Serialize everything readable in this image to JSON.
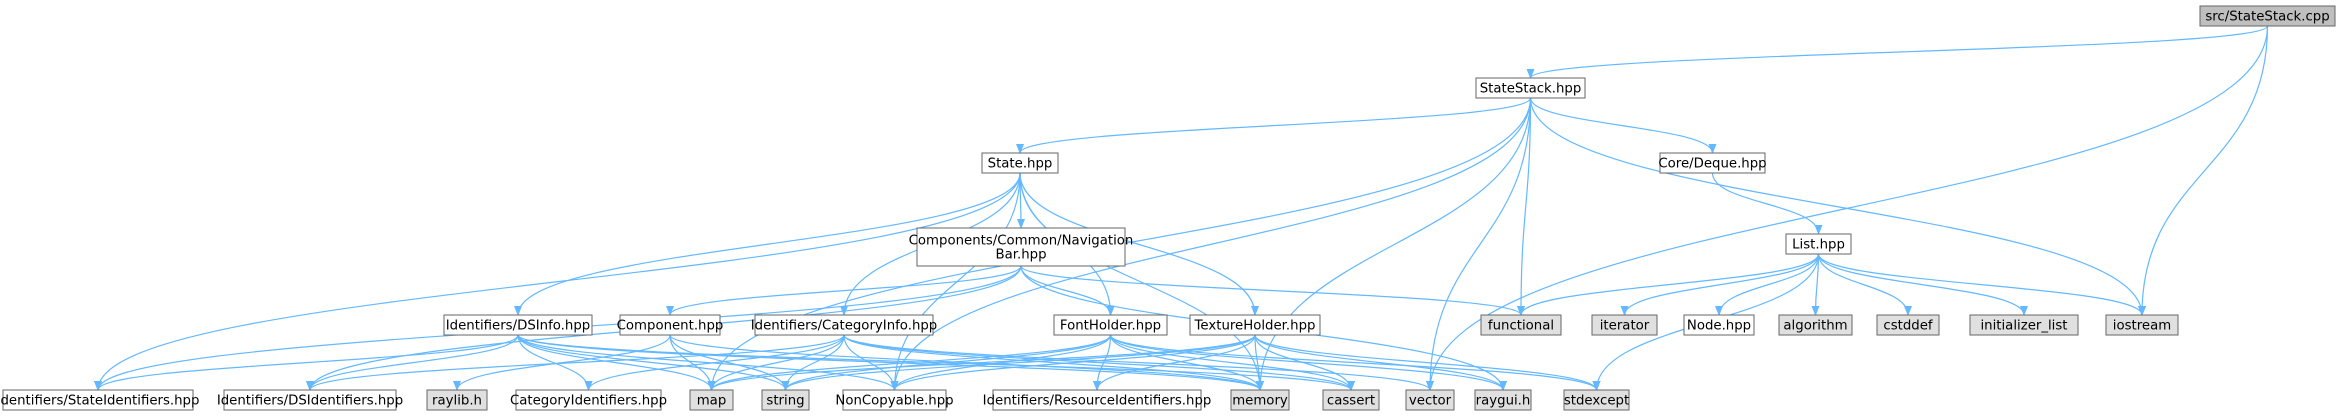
{
  "graph": {
    "type": "include-dependency-graph",
    "colors": {
      "edge": "#63b8ff",
      "node_border": "#666666",
      "root_fill": "#bfbfbf",
      "header_fill": "#ffffff",
      "system_fill": "#e0e0e0"
    },
    "nodes": [
      {
        "id": "root",
        "label": [
          "src/StateStack.cpp"
        ],
        "kind": "root"
      },
      {
        "id": "statestack",
        "label": [
          "StateStack.hpp"
        ],
        "kind": "header"
      },
      {
        "id": "state",
        "label": [
          "State.hpp"
        ],
        "kind": "header"
      },
      {
        "id": "deque",
        "label": [
          "Core/Deque.hpp"
        ],
        "kind": "header"
      },
      {
        "id": "navbar",
        "label": [
          "Components/Common/Navigation",
          "Bar.hpp"
        ],
        "kind": "header"
      },
      {
        "id": "list",
        "label": [
          "List.hpp"
        ],
        "kind": "header"
      },
      {
        "id": "dsinfo",
        "label": [
          "Identifiers/DSInfo.hpp"
        ],
        "kind": "header"
      },
      {
        "id": "component",
        "label": [
          "Component.hpp"
        ],
        "kind": "header"
      },
      {
        "id": "catinfo",
        "label": [
          "Identifiers/CategoryInfo.hpp"
        ],
        "kind": "header"
      },
      {
        "id": "fontholder",
        "label": [
          "FontHolder.hpp"
        ],
        "kind": "header"
      },
      {
        "id": "textureholder",
        "label": [
          "TextureHolder.hpp"
        ],
        "kind": "header"
      },
      {
        "id": "functional",
        "label": [
          "functional"
        ],
        "kind": "system"
      },
      {
        "id": "iterator",
        "label": [
          "iterator"
        ],
        "kind": "system"
      },
      {
        "id": "node",
        "label": [
          "Node.hpp"
        ],
        "kind": "header"
      },
      {
        "id": "algorithm",
        "label": [
          "algorithm"
        ],
        "kind": "system"
      },
      {
        "id": "cstddef",
        "label": [
          "cstddef"
        ],
        "kind": "system"
      },
      {
        "id": "initlist",
        "label": [
          "initializer_list"
        ],
        "kind": "system"
      },
      {
        "id": "iostream",
        "label": [
          "iostream"
        ],
        "kind": "system"
      },
      {
        "id": "stateids",
        "label": [
          "Identifiers/StateIdentifiers.hpp"
        ],
        "kind": "header"
      },
      {
        "id": "dsids",
        "label": [
          "Identifiers/DSIdentifiers.hpp"
        ],
        "kind": "header"
      },
      {
        "id": "raylib",
        "label": [
          "raylib.h"
        ],
        "kind": "system"
      },
      {
        "id": "catids",
        "label": [
          "CategoryIdentifiers.hpp"
        ],
        "kind": "header"
      },
      {
        "id": "map",
        "label": [
          "map"
        ],
        "kind": "system"
      },
      {
        "id": "string",
        "label": [
          "string"
        ],
        "kind": "system"
      },
      {
        "id": "noncopyable",
        "label": [
          "NonCopyable.hpp"
        ],
        "kind": "header"
      },
      {
        "id": "resids",
        "label": [
          "Identifiers/ResourceIdentifiers.hpp"
        ],
        "kind": "header"
      },
      {
        "id": "memory",
        "label": [
          "memory"
        ],
        "kind": "system"
      },
      {
        "id": "cassert",
        "label": [
          "cassert"
        ],
        "kind": "system"
      },
      {
        "id": "vector",
        "label": [
          "vector"
        ],
        "kind": "system"
      },
      {
        "id": "raygui",
        "label": [
          "raygui.h"
        ],
        "kind": "system"
      },
      {
        "id": "stdexcept",
        "label": [
          "stdexcept"
        ],
        "kind": "system"
      }
    ],
    "edges": [
      [
        "root",
        "statestack"
      ],
      [
        "root",
        "iostream"
      ],
      [
        "root",
        "vector"
      ],
      [
        "statestack",
        "state"
      ],
      [
        "statestack",
        "deque"
      ],
      [
        "statestack",
        "functional"
      ],
      [
        "statestack",
        "iostream"
      ],
      [
        "statestack",
        "memory"
      ],
      [
        "statestack",
        "noncopyable"
      ],
      [
        "statestack",
        "map"
      ],
      [
        "statestack",
        "vector"
      ],
      [
        "state",
        "navbar"
      ],
      [
        "state",
        "dsinfo"
      ],
      [
        "state",
        "catinfo"
      ],
      [
        "state",
        "fontholder"
      ],
      [
        "state",
        "textureholder"
      ],
      [
        "state",
        "stateids"
      ],
      [
        "state",
        "noncopyable"
      ],
      [
        "state",
        "memory"
      ],
      [
        "navbar",
        "component"
      ],
      [
        "navbar",
        "fontholder"
      ],
      [
        "navbar",
        "functional"
      ],
      [
        "navbar",
        "stateids"
      ],
      [
        "navbar",
        "dsids"
      ],
      [
        "navbar",
        "raygui"
      ],
      [
        "deque",
        "list"
      ],
      [
        "list",
        "functional"
      ],
      [
        "list",
        "iterator"
      ],
      [
        "list",
        "node"
      ],
      [
        "list",
        "algorithm"
      ],
      [
        "list",
        "cstddef"
      ],
      [
        "list",
        "initlist"
      ],
      [
        "list",
        "iostream"
      ],
      [
        "list",
        "stdexcept"
      ],
      [
        "dsinfo",
        "stateids"
      ],
      [
        "dsinfo",
        "dsids"
      ],
      [
        "dsinfo",
        "catids"
      ],
      [
        "dsinfo",
        "map"
      ],
      [
        "dsinfo",
        "string"
      ],
      [
        "dsinfo",
        "noncopyable"
      ],
      [
        "dsinfo",
        "memory"
      ],
      [
        "dsinfo",
        "cassert"
      ],
      [
        "component",
        "raylib"
      ],
      [
        "component",
        "map"
      ],
      [
        "component",
        "string"
      ],
      [
        "component",
        "memory"
      ],
      [
        "catinfo",
        "dsids"
      ],
      [
        "catinfo",
        "catids"
      ],
      [
        "catinfo",
        "map"
      ],
      [
        "catinfo",
        "string"
      ],
      [
        "catinfo",
        "noncopyable"
      ],
      [
        "catinfo",
        "memory"
      ],
      [
        "catinfo",
        "cassert"
      ],
      [
        "catinfo",
        "vector"
      ],
      [
        "fontholder",
        "resids"
      ],
      [
        "fontholder",
        "map"
      ],
      [
        "fontholder",
        "string"
      ],
      [
        "fontholder",
        "noncopyable"
      ],
      [
        "fontholder",
        "memory"
      ],
      [
        "fontholder",
        "cassert"
      ],
      [
        "fontholder",
        "raygui"
      ],
      [
        "fontholder",
        "stdexcept"
      ],
      [
        "textureholder",
        "resids"
      ],
      [
        "textureholder",
        "map"
      ],
      [
        "textureholder",
        "string"
      ],
      [
        "textureholder",
        "noncopyable"
      ],
      [
        "textureholder",
        "memory"
      ],
      [
        "textureholder",
        "cassert"
      ],
      [
        "textureholder",
        "raygui"
      ],
      [
        "textureholder",
        "stdexcept"
      ]
    ]
  }
}
